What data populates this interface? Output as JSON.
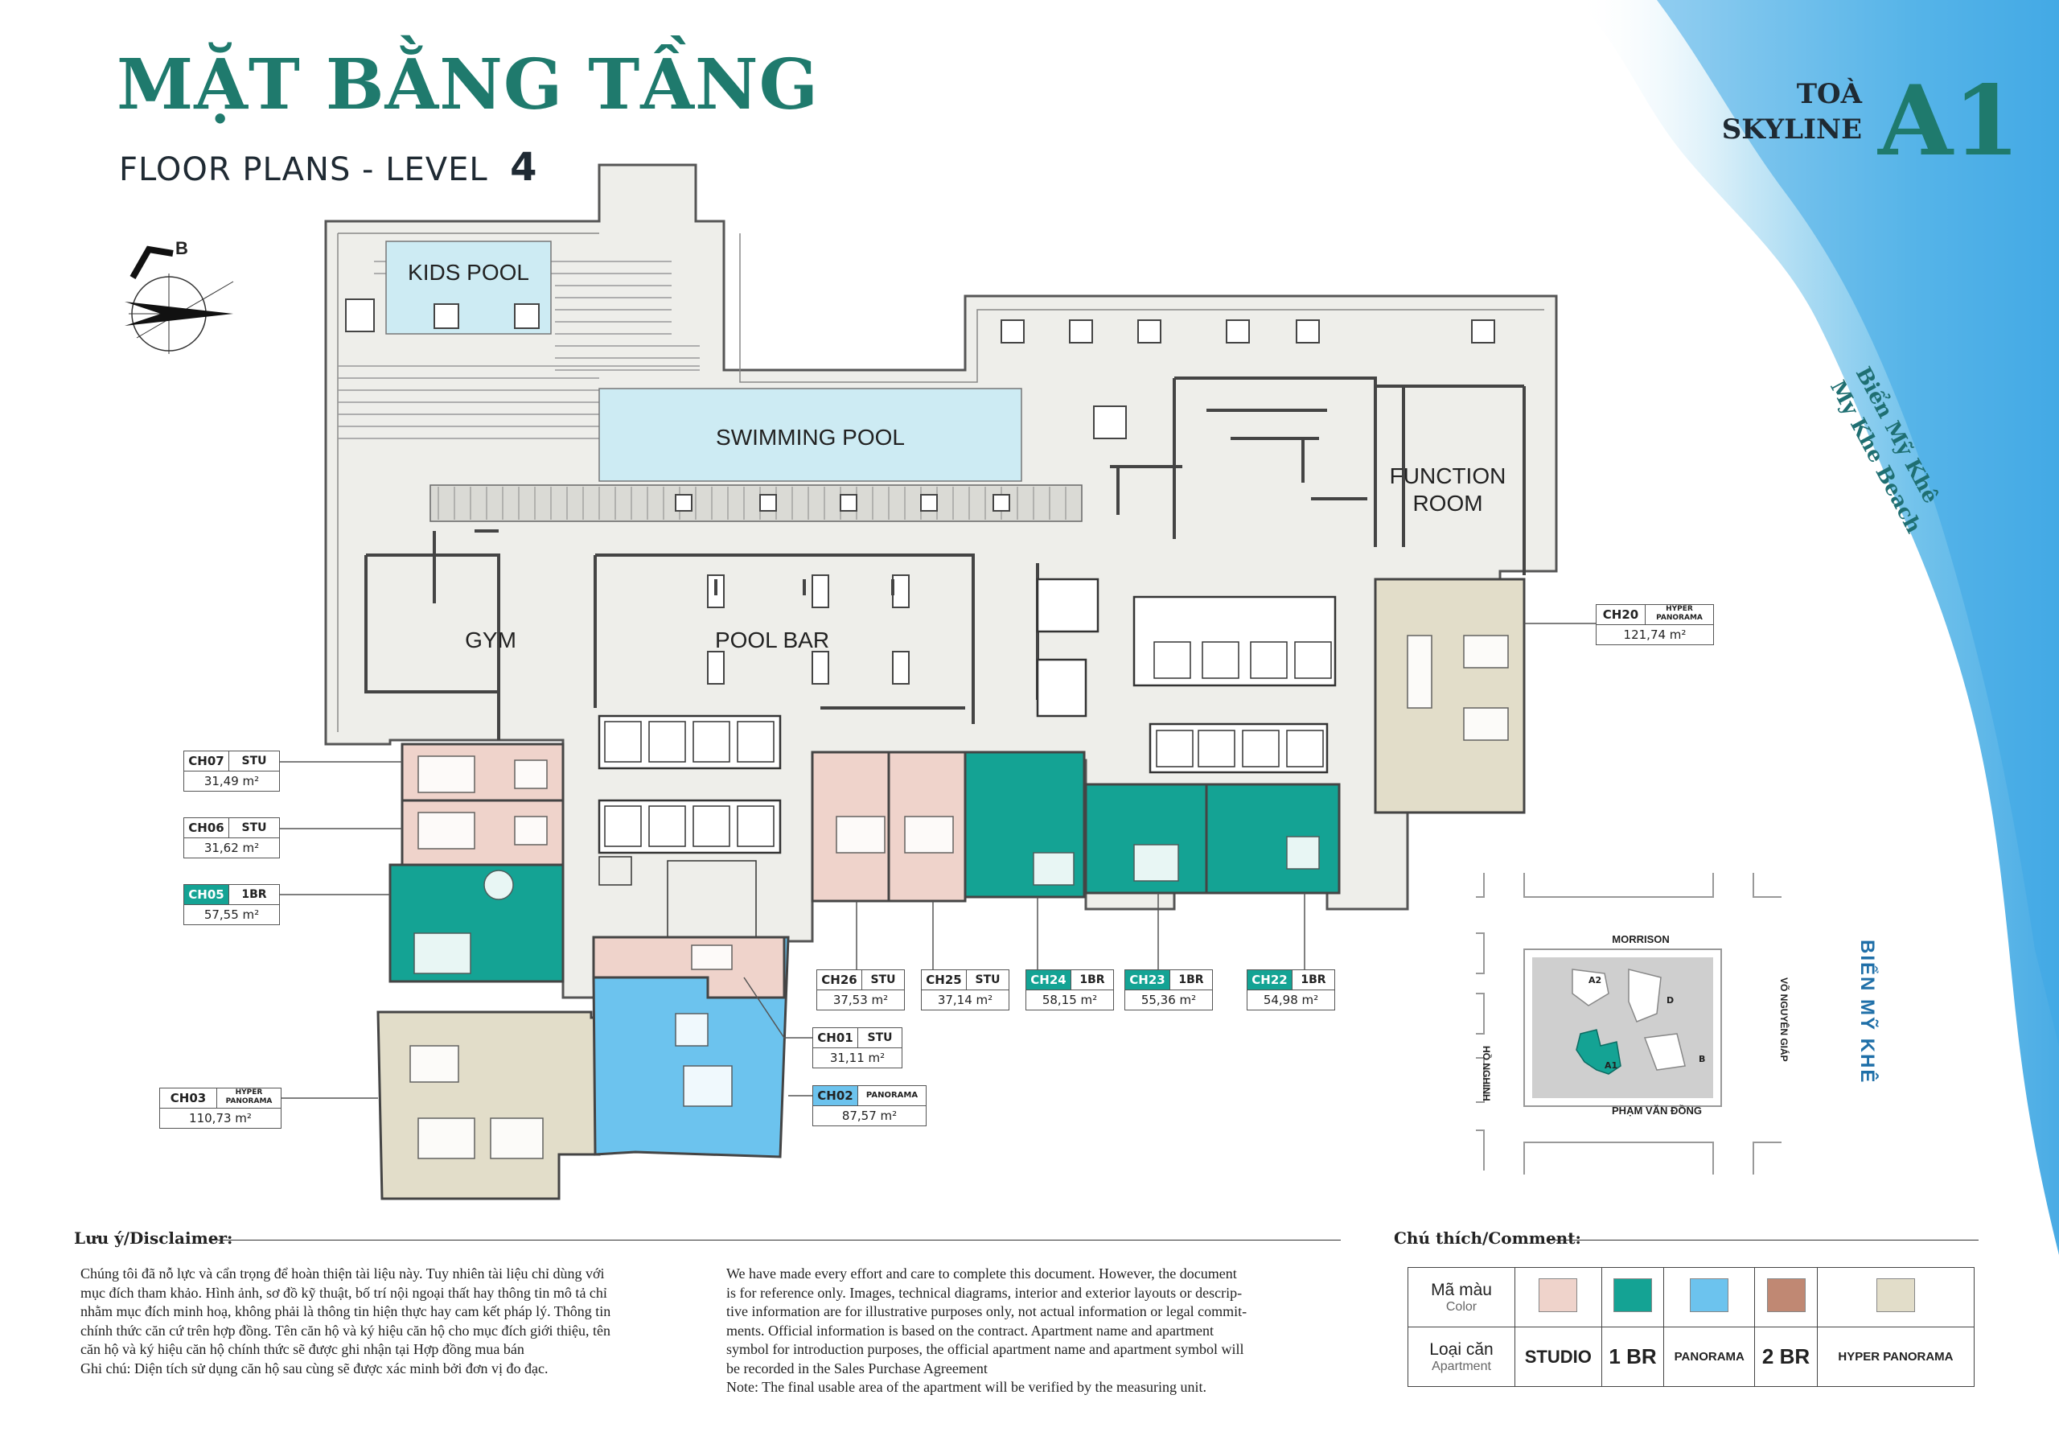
{
  "header": {
    "title_vi": "MẶT BẰNG TẦNG",
    "title_en": "FLOOR PLANS - LEVEL",
    "level": "4",
    "tower_line1": "TOÀ",
    "tower_line2": "SKYLINE",
    "tower_code": "A1",
    "beach_vi": "Biển Mỹ Khê",
    "beach_en": "My Khe Beach",
    "compass_letter": "B"
  },
  "rooms": {
    "kids_pool": "KIDS POOL",
    "swimming_pool": "SWIMMING POOL",
    "gym": "GYM",
    "pool_bar": "POOL BAR",
    "function_room_l1": "FUNCTION",
    "function_room_l2": "ROOM"
  },
  "units": [
    {
      "code": "CH07",
      "type": "STU",
      "area": "31,49 m²"
    },
    {
      "code": "CH06",
      "type": "STU",
      "area": "31,62 m²"
    },
    {
      "code": "CH05",
      "type": "1BR",
      "area": "57,55 m²"
    },
    {
      "code": "CH03",
      "type": "HYPER PANORAMA",
      "area": "110,73 m²"
    },
    {
      "code": "CH26",
      "type": "STU",
      "area": "37,53 m²"
    },
    {
      "code": "CH25",
      "type": "STU",
      "area": "37,14 m²"
    },
    {
      "code": "CH24",
      "type": "1BR",
      "area": "58,15 m²"
    },
    {
      "code": "CH23",
      "type": "1BR",
      "area": "55,36 m²"
    },
    {
      "code": "CH22",
      "type": "1BR",
      "area": "54,98 m²"
    },
    {
      "code": "CH01",
      "type": "STU",
      "area": "31,11 m²"
    },
    {
      "code": "CH02",
      "type": "PANORAMA",
      "area": "87,57 m²"
    },
    {
      "code": "CH20",
      "type": "HYPER PANORAMA",
      "area": "121,74 m²"
    }
  ],
  "site_map": {
    "street_top": "MORRISON",
    "street_bottom": "PHẠM VĂN ĐỒNG",
    "street_left": "HỒ NGHINH",
    "street_right": "VÕ NGUYÊN GIÁP",
    "beach": "BIỂN MỸ KHÊ",
    "blocks": [
      "A2",
      "D",
      "A1",
      "B"
    ]
  },
  "disclaimer": {
    "heading": "Lưu ý/Disclaimer:",
    "vi_lines": [
      "Chúng tôi đã nỗ lực và cẩn trọng để hoàn thiện tài liệu này. Tuy nhiên tài liệu chỉ dùng với",
      "mục đích tham khảo. Hình ảnh, sơ đồ kỹ thuật, bố trí nội ngoại thất hay thông tin mô tả chỉ",
      "nhằm mục đích minh hoạ, không phải là thông tin hiện thực hay cam kết pháp lý. Thông tin",
      "chính thức căn cứ trên hợp đồng. Tên căn hộ và ký hiệu căn hộ cho mục đích giới thiệu, tên",
      "căn hộ và ký hiệu căn hộ chính thức sẽ được ghi nhận tại Hợp đồng mua bán",
      "Ghi chú: Diện tích sử dụng căn hộ sau cùng sẽ được xác minh bởi đơn vị đo đạc."
    ],
    "en_lines": [
      "We have made every effort and care to complete this document. However, the document",
      "is for reference only. Images, technical diagrams, interior and exterior layouts or descrip-",
      "tive information are for illustrative purposes only, not actual information or legal commit-",
      "ments. Official information is based on the contract. Apartment name and apartment",
      "symbol for introduction purposes, the official apartment name and apartment symbol will",
      "be recorded in the Sales Purchase Agreement",
      "Note: The final usable area of the apartment will be verified by the measuring unit."
    ]
  },
  "legend": {
    "heading": "Chú thích/Comment:",
    "color_label": "Mã màu",
    "color_sub": "Color",
    "type_label": "Loại căn",
    "type_sub": "Apartment",
    "items": [
      {
        "name": "STUDIO",
        "color": "#efd3cb"
      },
      {
        "name": "1 BR",
        "color": "#14a394"
      },
      {
        "name": "PANORAMA",
        "color": "#6cc3ee"
      },
      {
        "name": "2 BR",
        "color": "#c08873"
      },
      {
        "name": "HYPER PANORAMA",
        "color": "#e2ddc9"
      }
    ]
  },
  "colors": {
    "brand_teal": "#1f7a6d",
    "studio": "#efd3cb",
    "one_br": "#14a394",
    "panorama": "#6cc3ee",
    "hyper_panorama": "#e2ddc9",
    "pool": "#cdebf3",
    "floor": "#eeeeea",
    "wall": "#444444"
  }
}
